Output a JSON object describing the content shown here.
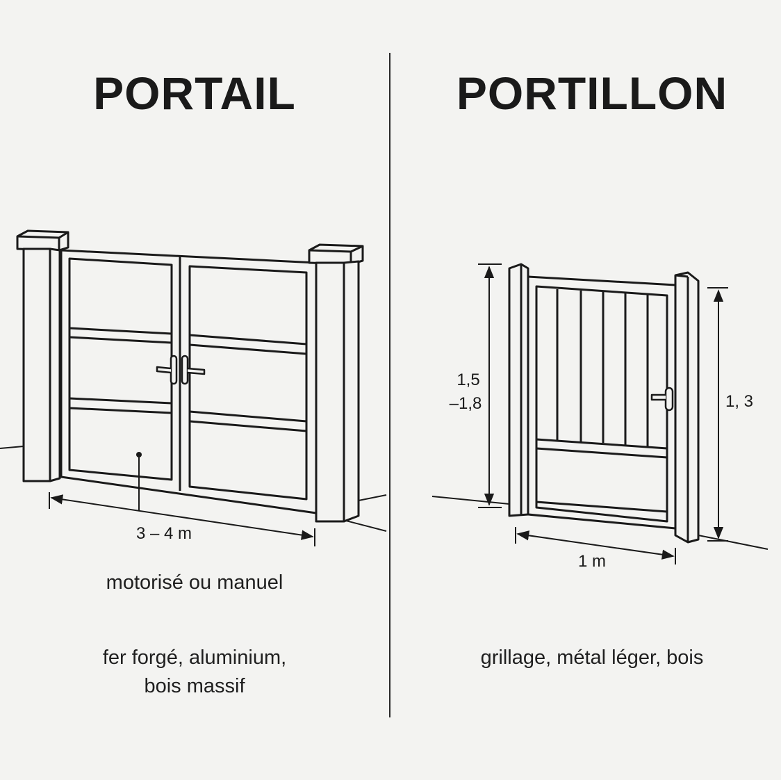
{
  "left": {
    "title": "PORTAIL",
    "width_label": "3 – 4 m",
    "caption_operation": "motorisé ou manuel",
    "caption_materials_line1": "fer forgé, aluminium,",
    "caption_materials_line2": "bois massif"
  },
  "right": {
    "title": "PORTILLON",
    "height_left_line1": "1,5",
    "height_left_line2": "–1,8",
    "height_right": "1, 3",
    "width_label": "1 m",
    "caption_materials": "grillage, métal léger, bois"
  },
  "colors": {
    "background": "#f3f3f1",
    "line": "#1a1a1a"
  },
  "icons": [
    "handle-icon"
  ]
}
